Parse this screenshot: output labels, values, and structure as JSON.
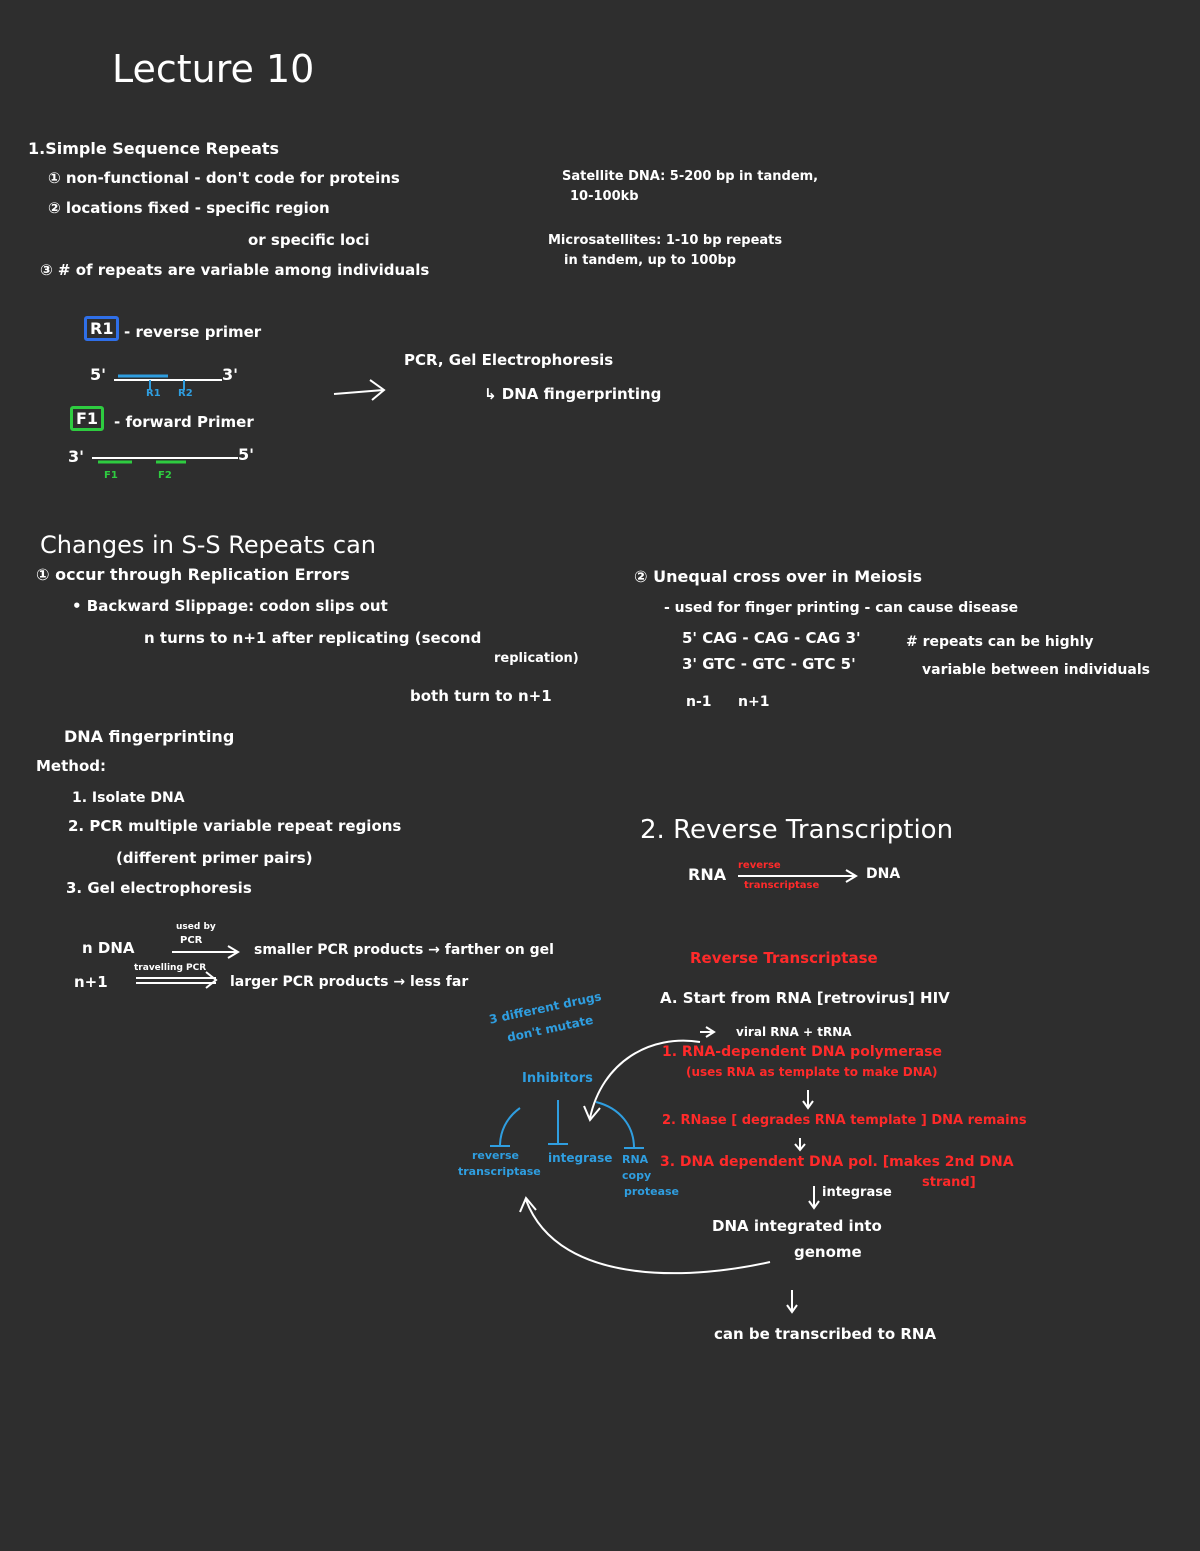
{
  "title": "Lecture 10",
  "ssr": {
    "heading": "1.Simple Sequence Repeats",
    "item1": "① non-functional - don't code for proteins",
    "item2": "② locations fixed - specific region",
    "item2b": "or specific loci",
    "item3": "③ # of repeats are variable among individuals",
    "satellite_line1": "Satellite DNA: 5-200 bp in tandem,",
    "satellite_line2": "10-100kb",
    "micro_line1": "Microsatellites: 1-10 bp repeats",
    "micro_line2": "in tandem, up to 100bp"
  },
  "primers": {
    "reverse_box": "R1",
    "reverse_label": "- reverse primer",
    "forward_box": "F1",
    "forward_label": "- forward Primer",
    "top_5": "5'",
    "top_3": "3'",
    "bottom_3": "3'",
    "bottom_5": "5'",
    "tick_r1": "R1",
    "tick_r2": "R2",
    "tick_f1": "F1",
    "tick_f2": "F2",
    "pcr_gel": "PCR, Gel Electrophoresis",
    "dna_fp": "↳ DNA fingerprinting"
  },
  "changes": {
    "heading": "Changes in S-S Repeats can",
    "item1": "① occur through Replication Errors",
    "bullet": "• Backward Slippage: codon slips out",
    "line2": "n turns to n+1 after replicating (second",
    "line3": "replication)",
    "line4": "both turn to n+1",
    "item2": "② Unequal cross over in Meiosis",
    "bullet2": "- used for finger printing - can cause disease",
    "seq1": "5' CAG - CAG - CAG 3'",
    "seq2": "3' GTC - GTC - GTC 5'",
    "note1": "# repeats can be highly",
    "note2": "variable between individuals",
    "n_minus": "n-1",
    "n_plus": "n+1"
  },
  "fingerprinting": {
    "heading": "DNA fingerprinting",
    "method": "Method:",
    "step1": "1. Isolate DNA",
    "step2": "2. PCR multiple variable repeat regions",
    "step2b": "(different primer pairs)",
    "step3": "3. Gel electrophoresis",
    "n_dna": "n DNA",
    "pcr_over1": "used by",
    "pcr_over2": "PCR",
    "smaller": "smaller PCR products → farther on gel",
    "n_plus": "n+1",
    "pcr_over3": "travelling PCR",
    "larger": "larger PCR products → less far"
  },
  "rt": {
    "heading": "2. Reverse Transcription",
    "rna": "RNA",
    "dna": "DNA",
    "enzyme1": "reverse",
    "enzyme2": "transcriptase",
    "rt_heading": "Reverse Transcriptase",
    "start": "A. Start from RNA [retrovirus] HIV",
    "viral": "viral RNA + tRNA",
    "step1": "1. RNA-dependent DNA polymerase",
    "step1b": "(uses RNA as template to make DNA)",
    "step2": "2. RNase [ degrades RNA template ] DNA remains",
    "step3": "3. DNA dependent DNA pol. [makes 2nd DNA",
    "step3b": "strand]",
    "integrase": "integrase",
    "integrated1": "DNA integrated into",
    "integrated2": "genome",
    "transcribed": "can be transcribed to RNA",
    "bp1": "3 different drugs",
    "bp2": "don't mutate",
    "inhibitors": "Inhibitors",
    "inh_left1": "reverse",
    "inh_left2": "transcriptase",
    "inh_mid": "integrase",
    "inh_right1": "RNA",
    "inh_right2": "copy",
    "inh_right3": "protease"
  }
}
